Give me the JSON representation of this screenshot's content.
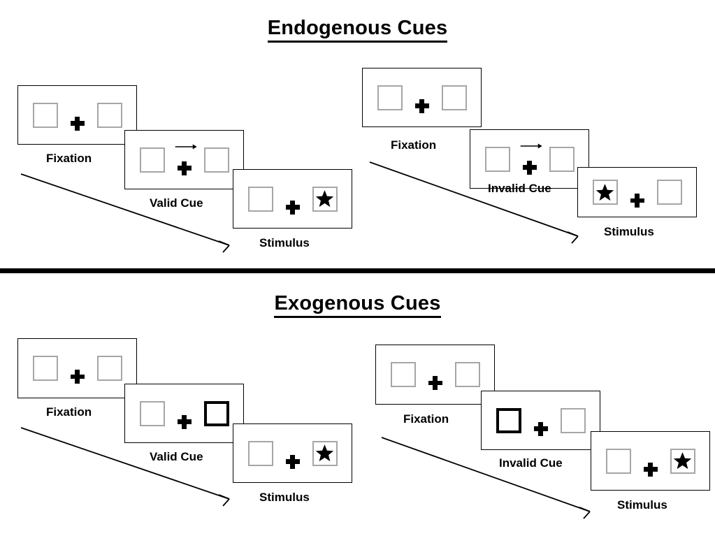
{
  "figure": {
    "title_top": "Endogenous Cues",
    "title_bottom": "Exogenous Cues"
  },
  "captions": {
    "fixation": "Fixation",
    "valid_cue": "Valid Cue",
    "invalid_cue": "Invalid Cue",
    "stimulus": "Stimulus"
  },
  "icons": {
    "fixation_cross": "plus-cross-icon",
    "target_star": "black-star-icon",
    "cue_arrow": "right-arrow-icon",
    "time_arrow": "diagonal-time-arrow-icon",
    "placeholder_box": "placeholder-square-icon",
    "highlighted_box": "highlighted-square-icon"
  },
  "colors": {
    "placeholder_border": "#a6a6a6",
    "cue_border": "#000000",
    "panel_border": "#000000",
    "ink": "#000000",
    "background": "#ffffff"
  },
  "sequences": [
    {
      "id": "endogenous-valid",
      "section": "Endogenous Cues",
      "cue_type": "endogenous",
      "validity": "valid",
      "frames": [
        {
          "id": "endo-valid-fixation",
          "label": "Fixation",
          "left_box": "empty",
          "right_box": "empty",
          "center": "plus",
          "arrow": "none",
          "target": "none"
        },
        {
          "id": "endo-valid-cue",
          "label": "Valid Cue",
          "left_box": "empty",
          "right_box": "empty",
          "center": "plus-with-arrow",
          "arrow": "right",
          "target": "none"
        },
        {
          "id": "endo-valid-stimulus",
          "label": "Stimulus",
          "left_box": "empty",
          "right_box": "star",
          "center": "plus",
          "arrow": "none",
          "target": "right"
        }
      ]
    },
    {
      "id": "endogenous-invalid",
      "section": "Endogenous Cues",
      "cue_type": "endogenous",
      "validity": "invalid",
      "frames": [
        {
          "id": "endo-invalid-fixation",
          "label": "Fixation",
          "left_box": "empty",
          "right_box": "empty",
          "center": "plus",
          "arrow": "none",
          "target": "none"
        },
        {
          "id": "endo-invalid-cue",
          "label": "Invalid Cue",
          "left_box": "empty",
          "right_box": "empty",
          "center": "plus-with-arrow",
          "arrow": "right",
          "target": "none"
        },
        {
          "id": "endo-invalid-stimulus",
          "label": "Stimulus",
          "left_box": "star",
          "right_box": "empty",
          "center": "plus",
          "arrow": "none",
          "target": "left"
        }
      ]
    },
    {
      "id": "exogenous-valid",
      "section": "Exogenous Cues",
      "cue_type": "exogenous",
      "validity": "valid",
      "frames": [
        {
          "id": "exo-valid-fixation",
          "label": "Fixation",
          "left_box": "empty",
          "right_box": "empty",
          "center": "plus",
          "arrow": "none",
          "target": "none"
        },
        {
          "id": "exo-valid-cue",
          "label": "Valid Cue",
          "left_box": "empty",
          "right_box": "cued",
          "center": "plus",
          "arrow": "none",
          "target": "none"
        },
        {
          "id": "exo-valid-stimulus",
          "label": "Stimulus",
          "left_box": "empty",
          "right_box": "star",
          "center": "plus",
          "arrow": "none",
          "target": "right"
        }
      ]
    },
    {
      "id": "exogenous-invalid",
      "section": "Exogenous Cues",
      "cue_type": "exogenous",
      "validity": "invalid",
      "frames": [
        {
          "id": "exo-invalid-fixation",
          "label": "Fixation",
          "left_box": "empty",
          "right_box": "empty",
          "center": "plus",
          "arrow": "none",
          "target": "none"
        },
        {
          "id": "exo-invalid-cue",
          "label": "Invalid Cue",
          "left_box": "cued",
          "right_box": "empty",
          "center": "plus",
          "arrow": "none",
          "target": "none"
        },
        {
          "id": "exo-invalid-stimulus",
          "label": "Stimulus",
          "left_box": "empty",
          "right_box": "star",
          "center": "plus",
          "arrow": "none",
          "target": "right"
        }
      ]
    }
  ]
}
